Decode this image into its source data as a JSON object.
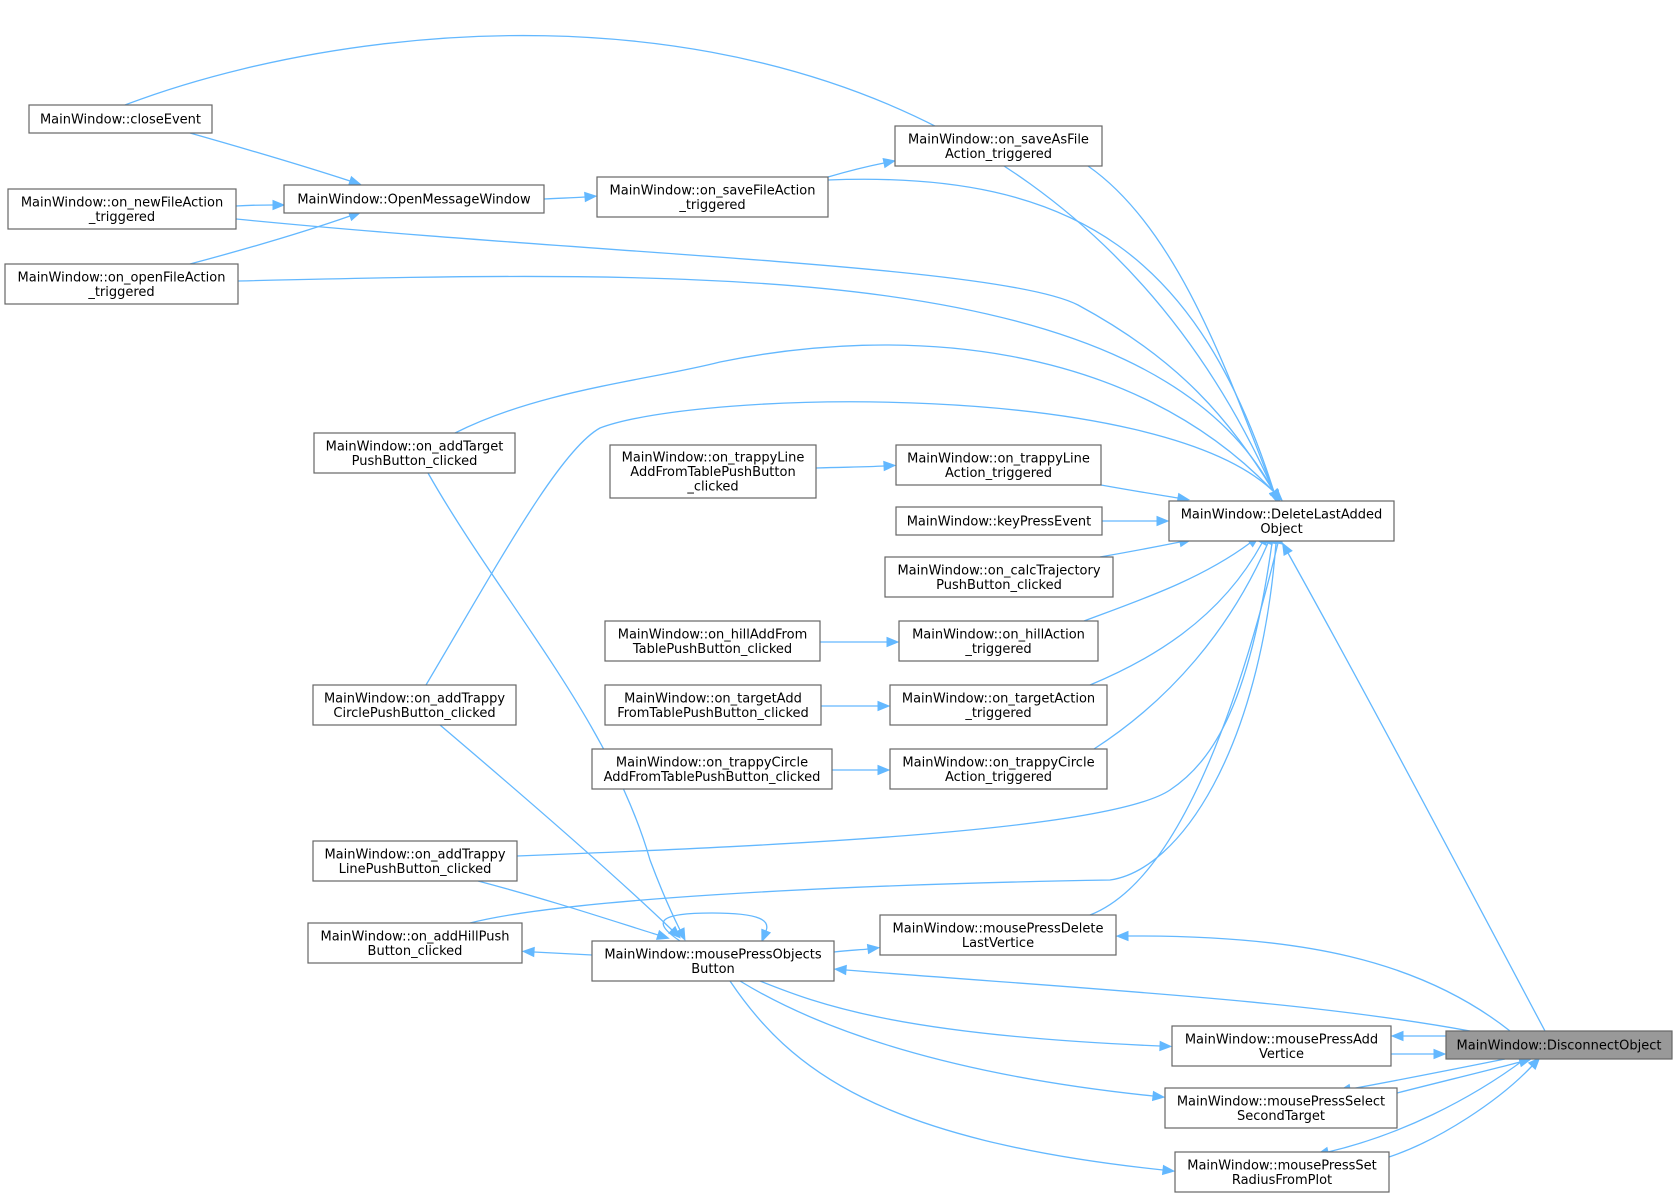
{
  "diagram": {
    "accent_color": "#63b8ff",
    "highlight_color": "#999999",
    "nodes": {
      "closeEvent": [
        "MainWindow::closeEvent"
      ],
      "openMessageWindow": [
        "MainWindow::OpenMessageWindow"
      ],
      "newFileAction": [
        "MainWindow::on_newFileAction",
        "_triggered"
      ],
      "openFileAction": [
        "MainWindow::on_openFileAction",
        "_triggered"
      ],
      "saveFileAction": [
        "MainWindow::on_saveFileAction",
        "_triggered"
      ],
      "saveAsFileAction": [
        "MainWindow::on_saveAsFile",
        "Action_triggered"
      ],
      "addTarget": [
        "MainWindow::on_addTarget",
        "PushButton_clicked"
      ],
      "trappyLineAddFromTable": [
        "MainWindow::on_trappyLine",
        "AddFromTablePushButton",
        "_clicked"
      ],
      "trappyLineAction": [
        "MainWindow::on_trappyLine",
        "Action_triggered"
      ],
      "keyPressEvent": [
        "MainWindow::keyPressEvent"
      ],
      "deleteLastAddedObject": [
        "MainWindow::DeleteLastAdded",
        "Object"
      ],
      "calcTrajectory": [
        "MainWindow::on_calcTrajectory",
        "PushButton_clicked"
      ],
      "hillAddFromTable": [
        "MainWindow::on_hillAddFrom",
        "TablePushButton_clicked"
      ],
      "hillAction": [
        "MainWindow::on_hillAction",
        "_triggered"
      ],
      "addTrappyCircle": [
        "MainWindow::on_addTrappy",
        "CirclePushButton_clicked"
      ],
      "targetAddFromTable": [
        "MainWindow::on_targetAdd",
        "FromTablePushButton_clicked"
      ],
      "targetAction": [
        "MainWindow::on_targetAction",
        "_triggered"
      ],
      "trappyCircleAddFromTable": [
        "MainWindow::on_trappyCircle",
        "AddFromTablePushButton_clicked"
      ],
      "trappyCircleAction": [
        "MainWindow::on_trappyCircle",
        "Action_triggered"
      ],
      "addTrappyLine": [
        "MainWindow::on_addTrappy",
        "LinePushButton_clicked"
      ],
      "mousePressDeleteLastVertice": [
        "MainWindow::mousePressDelete",
        "LastVertice"
      ],
      "addHillPush": [
        "MainWindow::on_addHillPush",
        "Button_clicked"
      ],
      "mousePressObjectsButton": [
        "MainWindow::mousePressObjects",
        "Button"
      ],
      "mousePressAddVertice": [
        "MainWindow::mousePressAdd",
        "Vertice"
      ],
      "disconnectObject": [
        "MainWindow::DisconnectObject"
      ],
      "mousePressSelectSecondTarget": [
        "MainWindow::mousePressSelect",
        "SecondTarget"
      ],
      "mousePressSetRadiusFromPlot": [
        "MainWindow::mousePressSet",
        "RadiusFromPlot"
      ]
    },
    "edges": [
      [
        "closeEvent",
        "openMessageWindow"
      ],
      [
        "newFileAction",
        "openMessageWindow"
      ],
      [
        "openFileAction",
        "openMessageWindow"
      ],
      [
        "openMessageWindow",
        "saveFileAction"
      ],
      [
        "saveFileAction",
        "saveAsFileAction"
      ],
      [
        "closeEvent",
        "deleteLastAddedObject"
      ],
      [
        "newFileAction",
        "deleteLastAddedObject"
      ],
      [
        "openFileAction",
        "deleteLastAddedObject"
      ],
      [
        "saveFileAction",
        "deleteLastAddedObject"
      ],
      [
        "saveAsFileAction",
        "deleteLastAddedObject"
      ],
      [
        "addTarget",
        "deleteLastAddedObject"
      ],
      [
        "addTrappyCircle",
        "deleteLastAddedObject"
      ],
      [
        "trappyLineAddFromTable",
        "trappyLineAction"
      ],
      [
        "trappyLineAction",
        "deleteLastAddedObject"
      ],
      [
        "keyPressEvent",
        "deleteLastAddedObject"
      ],
      [
        "calcTrajectory",
        "deleteLastAddedObject"
      ],
      [
        "hillAddFromTable",
        "hillAction"
      ],
      [
        "hillAction",
        "deleteLastAddedObject"
      ],
      [
        "targetAddFromTable",
        "targetAction"
      ],
      [
        "targetAction",
        "deleteLastAddedObject"
      ],
      [
        "trappyCircleAddFromTable",
        "trappyCircleAction"
      ],
      [
        "trappyCircleAction",
        "deleteLastAddedObject"
      ],
      [
        "addTrappyLine",
        "deleteLastAddedObject"
      ],
      [
        "addHillPush",
        "deleteLastAddedObject"
      ],
      [
        "mousePressDeleteLastVertice",
        "deleteLastAddedObject"
      ],
      [
        "addTarget",
        "mousePressObjectsButton"
      ],
      [
        "addTrappyCircle",
        "mousePressObjectsButton"
      ],
      [
        "addTrappyLine",
        "mousePressObjectsButton"
      ],
      [
        "mousePressObjectsButton",
        "addHillPush"
      ],
      [
        "mousePressObjectsButton",
        "mousePressObjectsButton"
      ],
      [
        "mousePressObjectsButton",
        "mousePressDeleteLastVertice"
      ],
      [
        "mousePressObjectsButton",
        "mousePressAddVertice"
      ],
      [
        "mousePressObjectsButton",
        "mousePressSelectSecondTarget"
      ],
      [
        "mousePressObjectsButton",
        "mousePressSetRadiusFromPlot"
      ],
      [
        "disconnectObject",
        "deleteLastAddedObject"
      ],
      [
        "disconnectObject",
        "mousePressDeleteLastVertice"
      ],
      [
        "disconnectObject",
        "mousePressObjectsButton"
      ],
      [
        "disconnectObject",
        "mousePressAddVertice"
      ],
      [
        "mousePressAddVertice",
        "disconnectObject"
      ],
      [
        "mousePressSelectSecondTarget",
        "disconnectObject"
      ],
      [
        "disconnectObject",
        "mousePressSelectSecondTarget"
      ],
      [
        "mousePressSetRadiusFromPlot",
        "disconnectObject"
      ],
      [
        "disconnectObject",
        "mousePressSetRadiusFromPlot"
      ]
    ]
  }
}
